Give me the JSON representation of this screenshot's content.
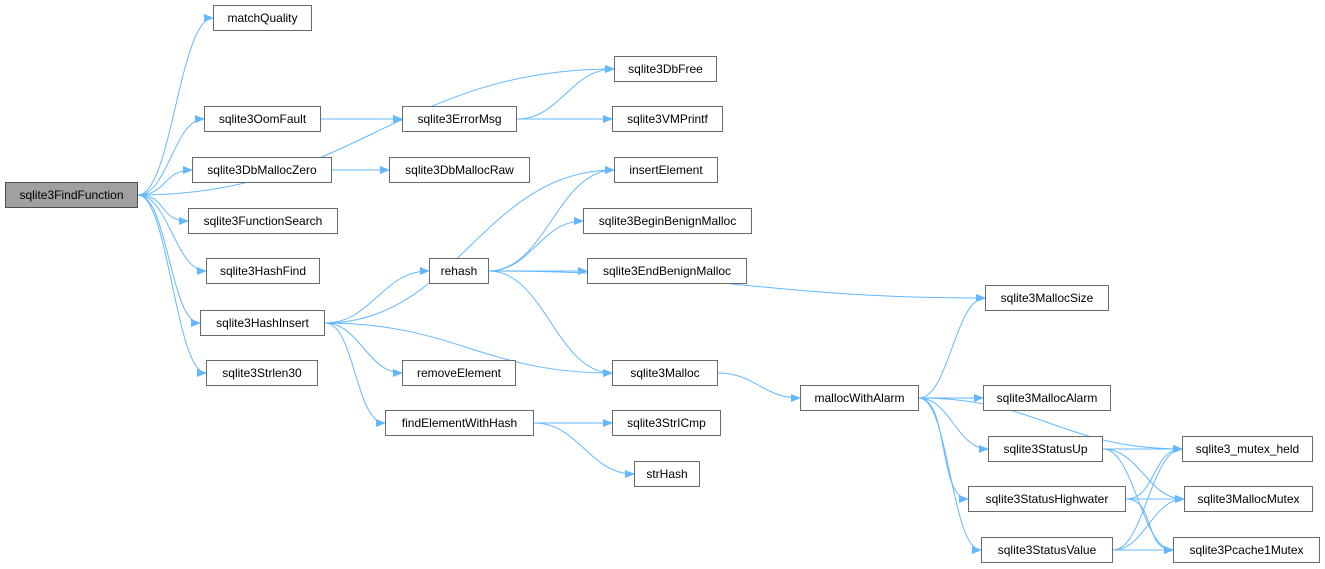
{
  "colors": {
    "edge": "#63b8ff",
    "node_border": "#6a6a6a",
    "root_fill": "#a0a0a0"
  },
  "nodes": [
    {
      "id": "sqlite3FindFunction",
      "label": "sqlite3FindFunction",
      "root": true
    },
    {
      "id": "matchQuality",
      "label": "matchQuality"
    },
    {
      "id": "sqlite3DbFree",
      "label": "sqlite3DbFree"
    },
    {
      "id": "sqlite3OomFault",
      "label": "sqlite3OomFault"
    },
    {
      "id": "sqlite3ErrorMsg",
      "label": "sqlite3ErrorMsg"
    },
    {
      "id": "sqlite3VMPrintf",
      "label": "sqlite3VMPrintf"
    },
    {
      "id": "sqlite3DbMallocZero",
      "label": "sqlite3DbMallocZero"
    },
    {
      "id": "sqlite3DbMallocRaw",
      "label": "sqlite3DbMallocRaw"
    },
    {
      "id": "sqlite3FunctionSearch",
      "label": "sqlite3FunctionSearch"
    },
    {
      "id": "insertElement",
      "label": "insertElement"
    },
    {
      "id": "sqlite3BeginBenignMalloc",
      "label": "sqlite3BeginBenignMalloc"
    },
    {
      "id": "sqlite3HashFind",
      "label": "sqlite3HashFind"
    },
    {
      "id": "rehash",
      "label": "rehash"
    },
    {
      "id": "sqlite3EndBenignMalloc",
      "label": "sqlite3EndBenignMalloc"
    },
    {
      "id": "sqlite3MallocSize",
      "label": "sqlite3MallocSize"
    },
    {
      "id": "sqlite3HashInsert",
      "label": "sqlite3HashInsert"
    },
    {
      "id": "sqlite3Strlen30",
      "label": "sqlite3Strlen30"
    },
    {
      "id": "removeElement",
      "label": "removeElement"
    },
    {
      "id": "sqlite3Malloc",
      "label": "sqlite3Malloc"
    },
    {
      "id": "mallocWithAlarm",
      "label": "mallocWithAlarm"
    },
    {
      "id": "sqlite3MallocAlarm",
      "label": "sqlite3MallocAlarm"
    },
    {
      "id": "findElementWithHash",
      "label": "findElementWithHash"
    },
    {
      "id": "sqlite3StrICmp",
      "label": "sqlite3StrICmp"
    },
    {
      "id": "sqlite3StatusUp",
      "label": "sqlite3StatusUp"
    },
    {
      "id": "sqlite3_mutex_held",
      "label": "sqlite3_mutex_held"
    },
    {
      "id": "strHash",
      "label": "strHash"
    },
    {
      "id": "sqlite3StatusHighwater",
      "label": "sqlite3StatusHighwater"
    },
    {
      "id": "sqlite3MallocMutex",
      "label": "sqlite3MallocMutex"
    },
    {
      "id": "sqlite3StatusValue",
      "label": "sqlite3StatusValue"
    },
    {
      "id": "sqlite3Pcache1Mutex",
      "label": "sqlite3Pcache1Mutex"
    }
  ],
  "edges": [
    [
      "sqlite3FindFunction",
      "matchQuality"
    ],
    [
      "sqlite3FindFunction",
      "sqlite3DbFree"
    ],
    [
      "sqlite3FindFunction",
      "sqlite3OomFault"
    ],
    [
      "sqlite3FindFunction",
      "sqlite3DbMallocZero"
    ],
    [
      "sqlite3FindFunction",
      "sqlite3FunctionSearch"
    ],
    [
      "sqlite3FindFunction",
      "sqlite3HashFind"
    ],
    [
      "sqlite3FindFunction",
      "sqlite3HashInsert"
    ],
    [
      "sqlite3FindFunction",
      "sqlite3Strlen30"
    ],
    [
      "sqlite3OomFault",
      "sqlite3ErrorMsg"
    ],
    [
      "sqlite3ErrorMsg",
      "sqlite3DbFree"
    ],
    [
      "sqlite3ErrorMsg",
      "sqlite3VMPrintf"
    ],
    [
      "sqlite3DbMallocZero",
      "sqlite3DbMallocRaw"
    ],
    [
      "sqlite3HashInsert",
      "insertElement"
    ],
    [
      "sqlite3HashInsert",
      "rehash"
    ],
    [
      "sqlite3HashInsert",
      "sqlite3Malloc"
    ],
    [
      "sqlite3HashInsert",
      "removeElement"
    ],
    [
      "sqlite3HashInsert",
      "findElementWithHash"
    ],
    [
      "rehash",
      "insertElement"
    ],
    [
      "rehash",
      "sqlite3BeginBenignMalloc"
    ],
    [
      "rehash",
      "sqlite3EndBenignMalloc"
    ],
    [
      "rehash",
      "sqlite3MallocSize"
    ],
    [
      "rehash",
      "sqlite3Malloc"
    ],
    [
      "sqlite3Malloc",
      "mallocWithAlarm"
    ],
    [
      "findElementWithHash",
      "sqlite3StrICmp"
    ],
    [
      "findElementWithHash",
      "strHash"
    ],
    [
      "mallocWithAlarm",
      "sqlite3MallocSize"
    ],
    [
      "mallocWithAlarm",
      "sqlite3_mutex_held"
    ],
    [
      "mallocWithAlarm",
      "sqlite3MallocAlarm"
    ],
    [
      "mallocWithAlarm",
      "sqlite3StatusUp"
    ],
    [
      "mallocWithAlarm",
      "sqlite3StatusHighwater"
    ],
    [
      "mallocWithAlarm",
      "sqlite3StatusValue"
    ],
    [
      "sqlite3StatusUp",
      "sqlite3_mutex_held"
    ],
    [
      "sqlite3StatusUp",
      "sqlite3MallocMutex"
    ],
    [
      "sqlite3StatusUp",
      "sqlite3Pcache1Mutex"
    ],
    [
      "sqlite3StatusHighwater",
      "sqlite3_mutex_held"
    ],
    [
      "sqlite3StatusHighwater",
      "sqlite3MallocMutex"
    ],
    [
      "sqlite3StatusHighwater",
      "sqlite3Pcache1Mutex"
    ],
    [
      "sqlite3StatusValue",
      "sqlite3_mutex_held"
    ],
    [
      "sqlite3StatusValue",
      "sqlite3MallocMutex"
    ],
    [
      "sqlite3StatusValue",
      "sqlite3Pcache1Mutex"
    ]
  ]
}
